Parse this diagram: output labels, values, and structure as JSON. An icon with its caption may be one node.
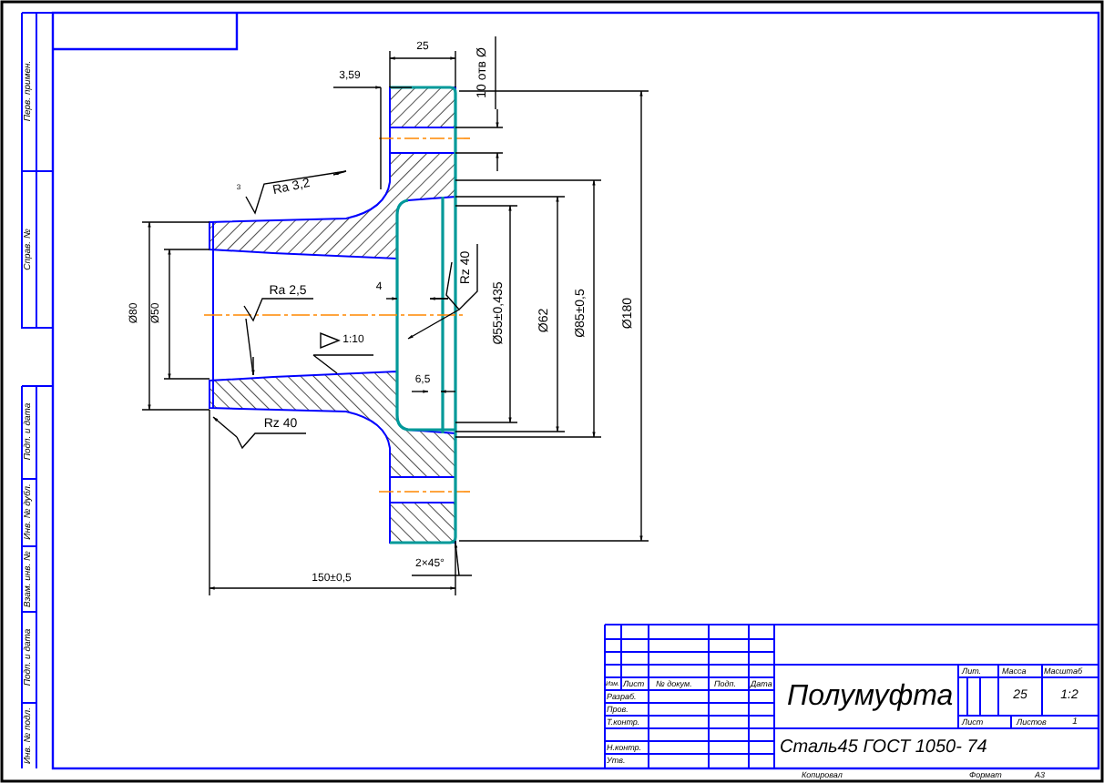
{
  "diagram": {
    "labels": [
      "Перв. примен.",
      "Справ. №",
      "Подп. и дата",
      "Инв. № дубл.",
      "Взам. инв. №",
      "Подп. и дата",
      "Инв. № подл.",
      "25",
      "3,59",
      "10 отв Ø",
      "3",
      "Ra 3,2",
      "Ø80",
      "Ø50",
      "4",
      "Rz 40",
      "Ø55±0,435",
      "Ø62",
      "Ø85±0,5",
      "Ø180",
      "Ra 2,5",
      "1:10",
      "6,5",
      "Rz 40",
      "2×45°",
      "150±0,5",
      "Изм.",
      "Лист",
      "№ докум.",
      "Подп.",
      "Дата",
      "Разраб.",
      "Пров.",
      "Т.контр.",
      "Н.контр.",
      "Утв.",
      "Полумуфта",
      "Сталь45 ГОСТ 1050- 74",
      "Лит.",
      "Масса",
      "Масштаб",
      "25",
      "1:2",
      "Лист",
      "Листов",
      "1",
      "Копировал",
      "Формат",
      "A3"
    ]
  }
}
